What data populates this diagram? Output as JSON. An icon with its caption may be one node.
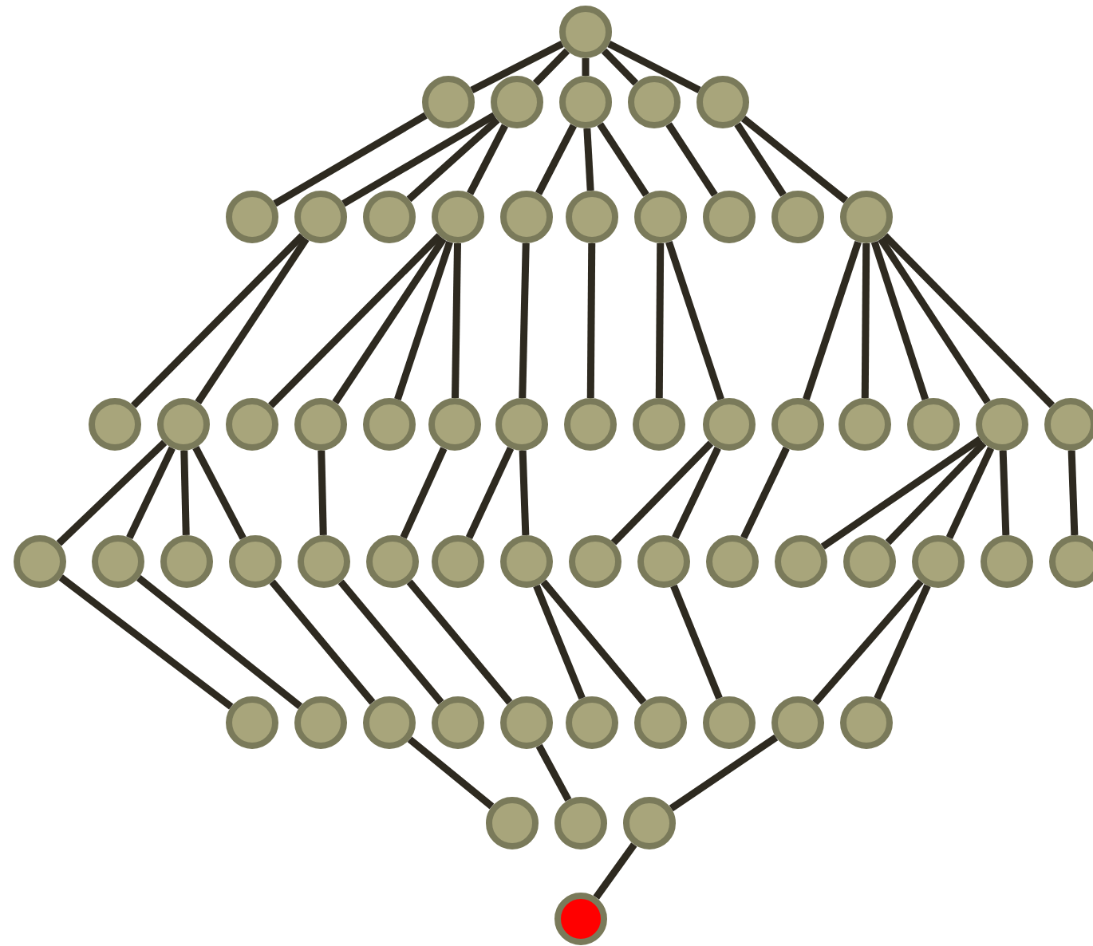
{
  "diagram": {
    "nodes": [
      {
        "text": [],
        "shape": "circle"
      },
      {
        "text": [],
        "shape": "circle"
      },
      {
        "text": [],
        "shape": "circle"
      },
      {
        "text": [],
        "shape": "circle"
      },
      {
        "text": [],
        "shape": "circle"
      },
      {
        "text": [],
        "shape": "circle"
      },
      {
        "text": [],
        "shape": "circle"
      },
      {
        "text": [],
        "shape": "circle"
      },
      {
        "text": [],
        "shape": "circle"
      },
      {
        "text": [],
        "shape": "circle"
      },
      {
        "text": [],
        "shape": "circle"
      },
      {
        "text": [],
        "shape": "circle"
      },
      {
        "text": [],
        "shape": "circle"
      },
      {
        "text": [],
        "shape": "circle"
      },
      {
        "text": [],
        "shape": "circle"
      },
      {
        "text": [],
        "shape": "circle"
      },
      {
        "text": [],
        "shape": "circle"
      },
      {
        "text": [],
        "shape": "circle"
      },
      {
        "text": [],
        "shape": "circle"
      },
      {
        "text": [],
        "shape": "circle"
      },
      {
        "text": [],
        "shape": "circle"
      },
      {
        "text": [],
        "shape": "circle"
      },
      {
        "text": [],
        "shape": "circle"
      },
      {
        "text": [],
        "shape": "circle"
      },
      {
        "text": [],
        "shape": "circle"
      },
      {
        "text": [],
        "shape": "circle"
      },
      {
        "text": [],
        "shape": "circle"
      },
      {
        "text": [],
        "shape": "circle"
      },
      {
        "text": [],
        "shape": "circle"
      },
      {
        "text": [],
        "shape": "circle"
      },
      {
        "text": [],
        "shape": "circle"
      },
      {
        "text": [],
        "shape": "circle"
      },
      {
        "text": [],
        "shape": "circle"
      },
      {
        "text": [],
        "shape": "circle"
      },
      {
        "text": [],
        "shape": "circle"
      },
      {
        "text": [],
        "shape": "circle"
      },
      {
        "text": [],
        "shape": "circle"
      },
      {
        "text": [],
        "shape": "circle"
      },
      {
        "text": [],
        "shape": "circle"
      },
      {
        "text": [],
        "shape": "circle"
      },
      {
        "text": [],
        "shape": "circle"
      },
      {
        "text": [],
        "shape": "circle"
      },
      {
        "text": [],
        "shape": "circle"
      },
      {
        "text": [],
        "shape": "circle"
      },
      {
        "text": [],
        "shape": "circle"
      },
      {
        "text": [],
        "shape": "circle"
      },
      {
        "text": [],
        "shape": "circle"
      },
      {
        "text": [],
        "shape": "circle"
      },
      {
        "text": [],
        "shape": "circle"
      },
      {
        "text": [],
        "shape": "circle"
      },
      {
        "text": [],
        "shape": "circle"
      },
      {
        "text": [],
        "shape": "circle"
      },
      {
        "text": [],
        "shape": "circle"
      },
      {
        "text": [],
        "shape": "circle"
      },
      {
        "text": [],
        "shape": "circle"
      },
      {
        "text": [],
        "shape": "circle"
      },
      {
        "text": [],
        "shape": "circle"
      },
      {
        "text": [],
        "shape": "circle"
      },
      {
        "text": [],
        "shape": "circle"
      },
      {
        "text": [],
        "shape": "circle"
      },
      {
        "text": [],
        "shape": "circle"
      }
    ],
    "edges": [
      {
        "from": 0,
        "to": 1,
        "arrow": "none"
      },
      {
        "from": 0,
        "to": 2,
        "arrow": "none"
      },
      {
        "from": 0,
        "to": 3,
        "arrow": "none"
      },
      {
        "from": 0,
        "to": 4,
        "arrow": "none"
      },
      {
        "from": 0,
        "to": 5,
        "arrow": "none"
      },
      {
        "from": 1,
        "to": 6,
        "arrow": "none"
      },
      {
        "from": 2,
        "to": 7,
        "arrow": "none"
      },
      {
        "from": 2,
        "to": 8,
        "arrow": "none"
      },
      {
        "from": 2,
        "to": 9,
        "arrow": "none"
      },
      {
        "from": 3,
        "to": 10,
        "arrow": "none"
      },
      {
        "from": 3,
        "to": 11,
        "arrow": "none"
      },
      {
        "from": 3,
        "to": 12,
        "arrow": "none"
      },
      {
        "from": 4,
        "to": 13,
        "arrow": "none"
      },
      {
        "from": 5,
        "to": 14,
        "arrow": "none"
      },
      {
        "from": 5,
        "to": 15,
        "arrow": "none"
      },
      {
        "from": 7,
        "to": 16,
        "arrow": "none"
      },
      {
        "from": 7,
        "to": 17,
        "arrow": "none"
      },
      {
        "from": 9,
        "to": 18,
        "arrow": "none"
      },
      {
        "from": 9,
        "to": 19,
        "arrow": "none"
      },
      {
        "from": 9,
        "to": 20,
        "arrow": "none"
      },
      {
        "from": 9,
        "to": 21,
        "arrow": "none"
      },
      {
        "from": 10,
        "to": 22,
        "arrow": "none"
      },
      {
        "from": 11,
        "to": 23,
        "arrow": "none"
      },
      {
        "from": 12,
        "to": 24,
        "arrow": "none"
      },
      {
        "from": 12,
        "to": 25,
        "arrow": "none"
      },
      {
        "from": 15,
        "to": 26,
        "arrow": "none"
      },
      {
        "from": 15,
        "to": 27,
        "arrow": "none"
      },
      {
        "from": 15,
        "to": 28,
        "arrow": "none"
      },
      {
        "from": 15,
        "to": 29,
        "arrow": "none"
      },
      {
        "from": 15,
        "to": 30,
        "arrow": "none"
      },
      {
        "from": 17,
        "to": 31,
        "arrow": "none"
      },
      {
        "from": 17,
        "to": 32,
        "arrow": "none"
      },
      {
        "from": 17,
        "to": 33,
        "arrow": "none"
      },
      {
        "from": 17,
        "to": 34,
        "arrow": "none"
      },
      {
        "from": 19,
        "to": 35,
        "arrow": "none"
      },
      {
        "from": 21,
        "to": 36,
        "arrow": "none"
      },
      {
        "from": 22,
        "to": 37,
        "arrow": "none"
      },
      {
        "from": 22,
        "to": 38,
        "arrow": "none"
      },
      {
        "from": 25,
        "to": 39,
        "arrow": "none"
      },
      {
        "from": 25,
        "to": 40,
        "arrow": "none"
      },
      {
        "from": 26,
        "to": 41,
        "arrow": "none"
      },
      {
        "from": 29,
        "to": 42,
        "arrow": "none"
      },
      {
        "from": 29,
        "to": 43,
        "arrow": "none"
      },
      {
        "from": 29,
        "to": 44,
        "arrow": "none"
      },
      {
        "from": 29,
        "to": 45,
        "arrow": "none"
      },
      {
        "from": 30,
        "to": 46,
        "arrow": "none"
      },
      {
        "from": 31,
        "to": 47,
        "arrow": "none"
      },
      {
        "from": 32,
        "to": 48,
        "arrow": "none"
      },
      {
        "from": 34,
        "to": 49,
        "arrow": "none"
      },
      {
        "from": 35,
        "to": 50,
        "arrow": "none"
      },
      {
        "from": 36,
        "to": 51,
        "arrow": "none"
      },
      {
        "from": 38,
        "to": 52,
        "arrow": "none"
      },
      {
        "from": 38,
        "to": 53,
        "arrow": "none"
      },
      {
        "from": 40,
        "to": 54,
        "arrow": "none"
      },
      {
        "from": 44,
        "to": 55,
        "arrow": "none"
      },
      {
        "from": 44,
        "to": 56,
        "arrow": "none"
      },
      {
        "from": 49,
        "to": 57,
        "arrow": "none"
      },
      {
        "from": 51,
        "to": 58,
        "arrow": "none"
      },
      {
        "from": 55,
        "to": 59,
        "arrow": "none"
      },
      {
        "from": 59,
        "to": 60,
        "arrow": "none"
      }
    ]
  }
}
